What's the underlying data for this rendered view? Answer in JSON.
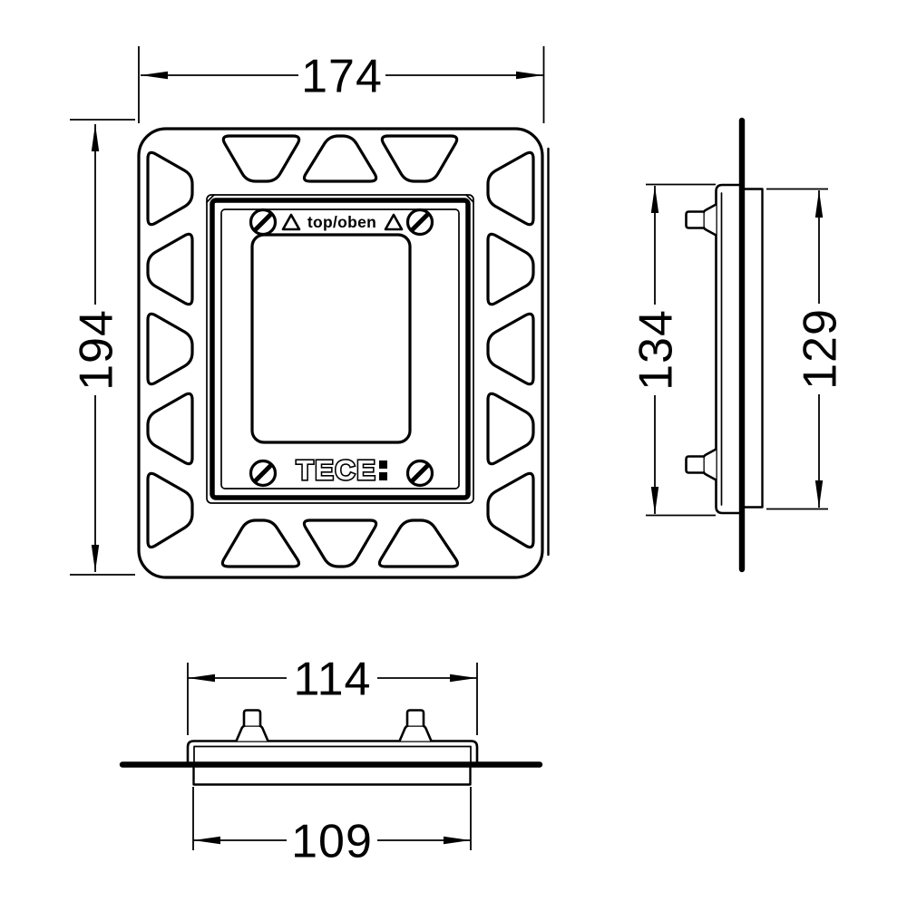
{
  "page": {
    "ink": "#000000",
    "background": "#ffffff"
  },
  "views": {
    "front": {
      "width_mm": "174",
      "height_mm": "194",
      "orientation_label": "top/oben",
      "logo_full": "TECE:",
      "logo_letters": "TECE"
    },
    "side": {
      "outer_height_mm": "134",
      "inner_height_mm": "129"
    },
    "bottom": {
      "outer_width_mm": "114",
      "inner_width_mm": "109"
    }
  }
}
